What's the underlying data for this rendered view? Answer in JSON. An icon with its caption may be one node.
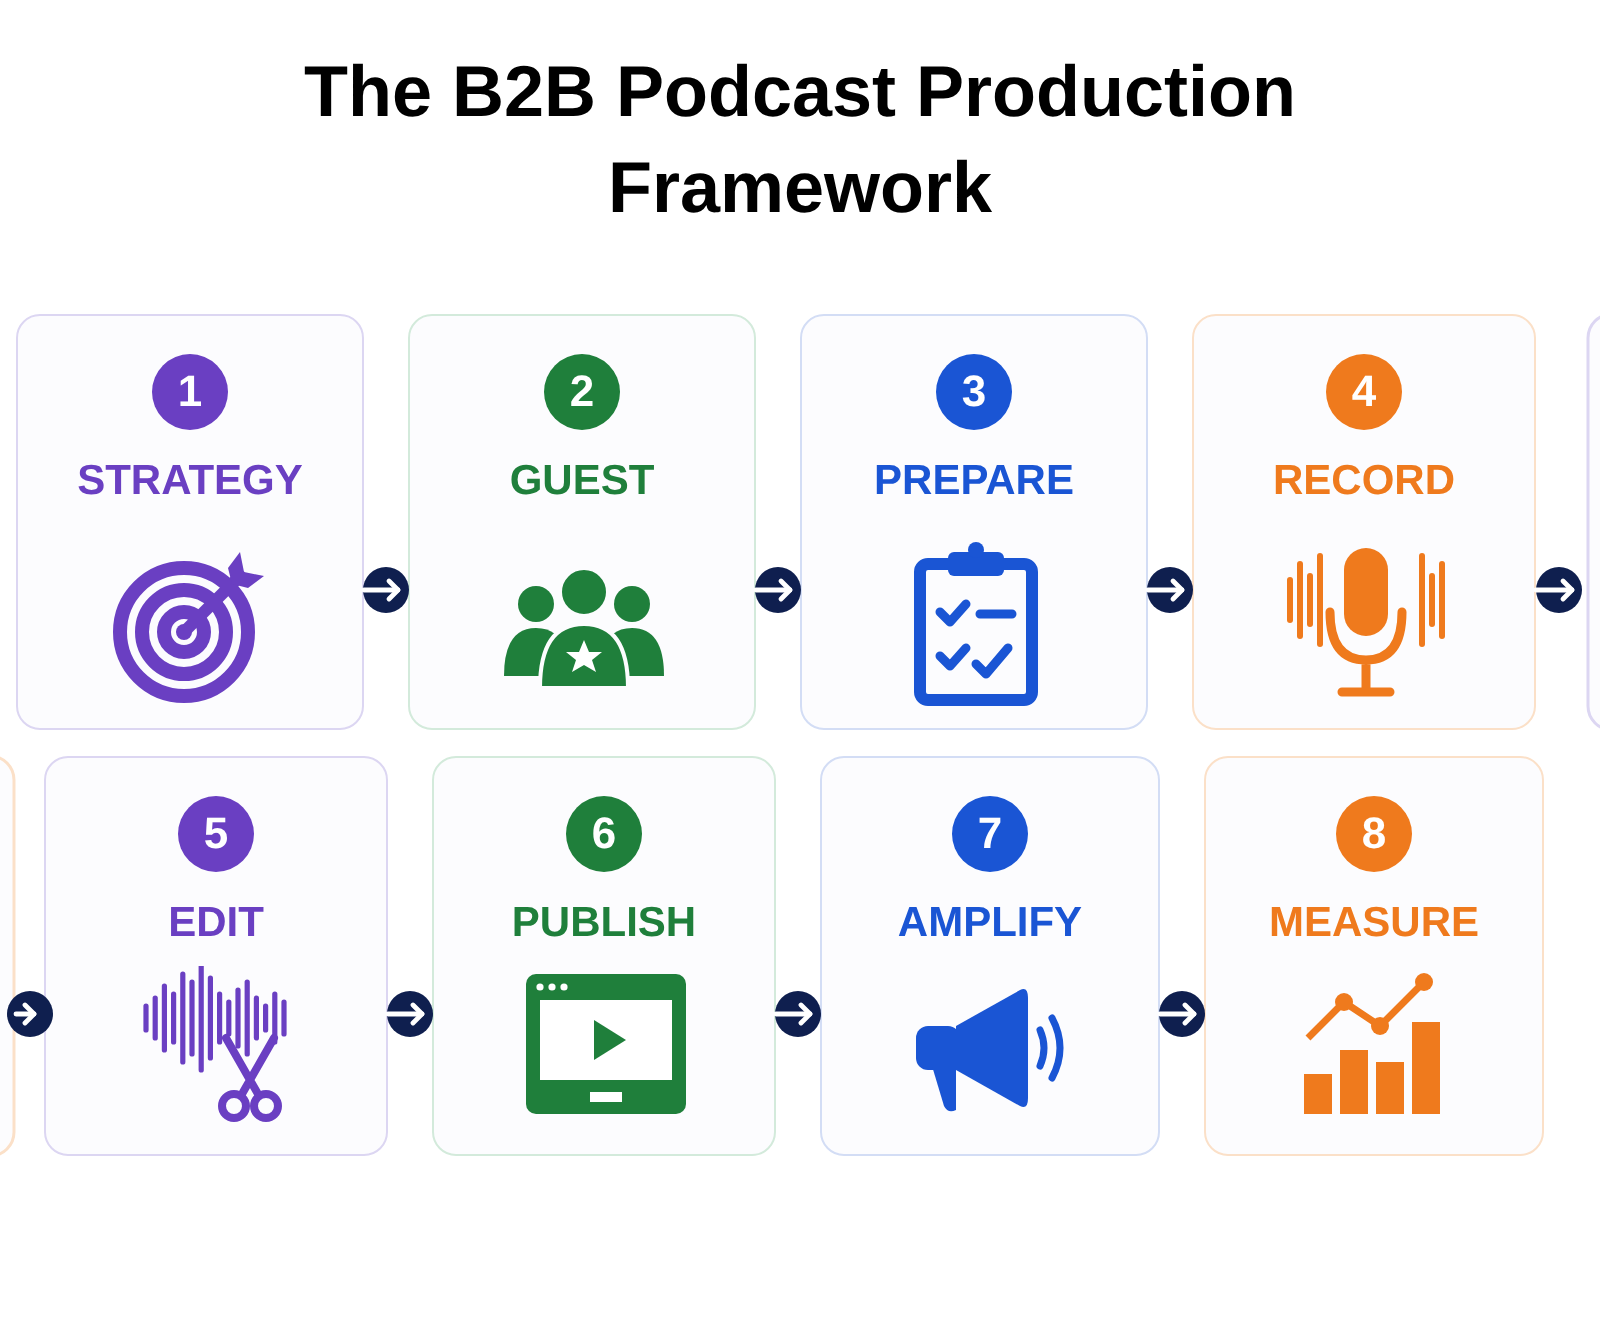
{
  "diagram": {
    "title": "The B2B Podcast Production Framework",
    "nodes": [
      {
        "text": [
          "1",
          "STRATEGY"
        ]
      },
      {
        "text": [
          "2",
          "GUEST"
        ]
      },
      {
        "text": [
          "3",
          "PREPARE"
        ]
      },
      {
        "text": [
          "4",
          "RECORD"
        ]
      },
      {
        "text": [
          "5",
          "EDIT"
        ]
      },
      {
        "text": [
          "6",
          "PUBLISH"
        ]
      },
      {
        "text": [
          "7",
          "AMPLIFY"
        ]
      },
      {
        "text": [
          "8",
          "MEASURE"
        ]
      }
    ],
    "edges": [
      {
        "from": 0,
        "to": 1,
        "arrow": "to"
      },
      {
        "from": 1,
        "to": 2,
        "arrow": "to"
      },
      {
        "from": 2,
        "to": 3,
        "arrow": "to"
      },
      {
        "from": 3,
        "to": null,
        "arrow": "to"
      },
      {
        "from": null,
        "to": 4,
        "arrow": "to"
      },
      {
        "from": 4,
        "to": 5,
        "arrow": "to"
      },
      {
        "from": 5,
        "to": 6,
        "arrow": "to"
      },
      {
        "from": 6,
        "to": 7,
        "arrow": "to"
      }
    ]
  }
}
